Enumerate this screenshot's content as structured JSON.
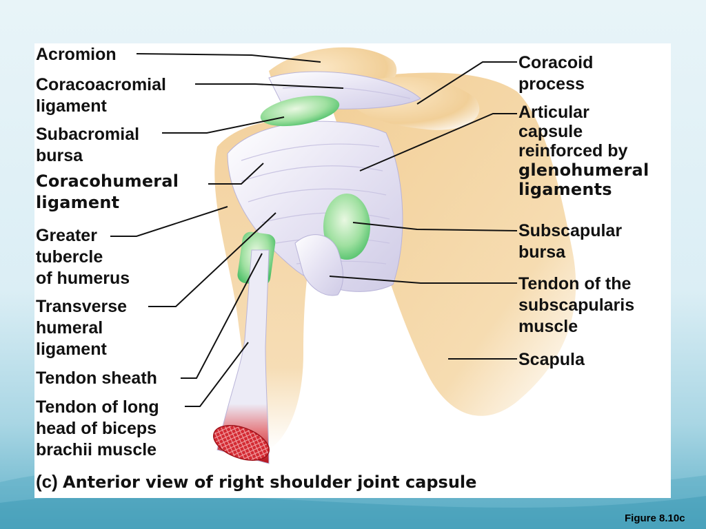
{
  "labels": {
    "acromion": [
      "Acromion"
    ],
    "coracoacromial": [
      "Coracoacromial",
      "ligament"
    ],
    "subacromial": [
      "Subacromial",
      "bursa"
    ],
    "coracohumeral": [
      "Coracohumeral",
      "ligament"
    ],
    "greater_tubercle": [
      "Greater",
      "tubercle",
      "of humerus"
    ],
    "transverse": [
      "Transverse",
      "humeral",
      "ligament"
    ],
    "tendon_sheath": [
      "Tendon sheath"
    ],
    "biceps_tendon": [
      "Tendon of long",
      "head of biceps",
      "brachii muscle"
    ],
    "coracoid": [
      "Coracoid",
      "process"
    ],
    "articular_capsule": [
      "Articular",
      "capsule",
      "reinforced by"
    ],
    "glenohumeral": [
      "glenohumeral",
      "ligaments"
    ],
    "subscapular_bursa": [
      "Subscapular",
      "bursa"
    ],
    "subscapularis_tendon": [
      "Tendon of the",
      "subscapularis",
      "muscle"
    ],
    "scapula": [
      "Scapula"
    ]
  },
  "caption": {
    "lead": "(c) ",
    "rest": "Anterior view of right shoulder joint capsule"
  },
  "figure_number": "Figure 8.10c",
  "colors": {
    "bone": "#f3d3a0",
    "ligament": "#ece9f6",
    "bursa": "#7fd88a",
    "muscle": "#c8202a",
    "leader_line": "#111111"
  }
}
